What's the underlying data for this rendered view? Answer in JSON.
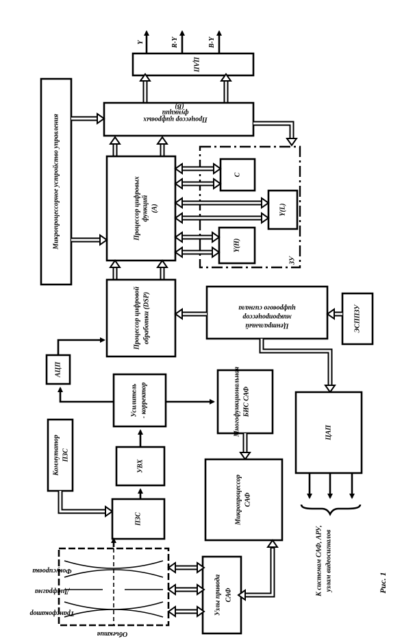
{
  "labels": {
    "y": "Y",
    "ry": "R-Y",
    "by": "B-Y",
    "dac_top": "ЦАП",
    "proc_b_1": "Процессор цифровых",
    "proc_b_2": "функций",
    "proc_b_3": "(B)",
    "mcu_ctrl": "Микропроцессорное устройство управления",
    "proc_a_1": "Процессор цифровых",
    "proc_a_2": "функций",
    "proc_a_3": "(A)",
    "mem_c": "C",
    "mem_yl": "Y(L)",
    "mem_yh": "Y(H)",
    "zu": "ЗУ",
    "dsp_1": "Процессор цифровой",
    "dsp_2": "обработки (DSP)",
    "cpu_1": "Центральный",
    "cpu_2": "микропроцессор",
    "cpu_3": "цифрового сигнала",
    "eeprom": "ЭСППЗУ",
    "adc": "АЦП",
    "amp_1": "Усилитель",
    "amp_2": "- корректор",
    "lsi_1": "Многофункциональная",
    "lsi_2": "БИС САФ",
    "ccd_switch_1": "Коммутатор",
    "ccd_switch_2": "ПЗС",
    "sh": "УВХ",
    "ccd": "ПЗС",
    "mp_saf_1": "Микропроцессор",
    "mp_saf_2": "САФ",
    "dac_bottom": "ЦАП",
    "drive_1": "Узлы привода",
    "drive_2": "САФ",
    "focus": "Фокусировка",
    "aperture": "Диафрагма",
    "zoom": "Трансфокатор",
    "lens": "Объектив",
    "outputs_1": "К системам САФ, АРУ,",
    "outputs_2": "узлам видеосигналов",
    "caption": "Рис. 1"
  }
}
